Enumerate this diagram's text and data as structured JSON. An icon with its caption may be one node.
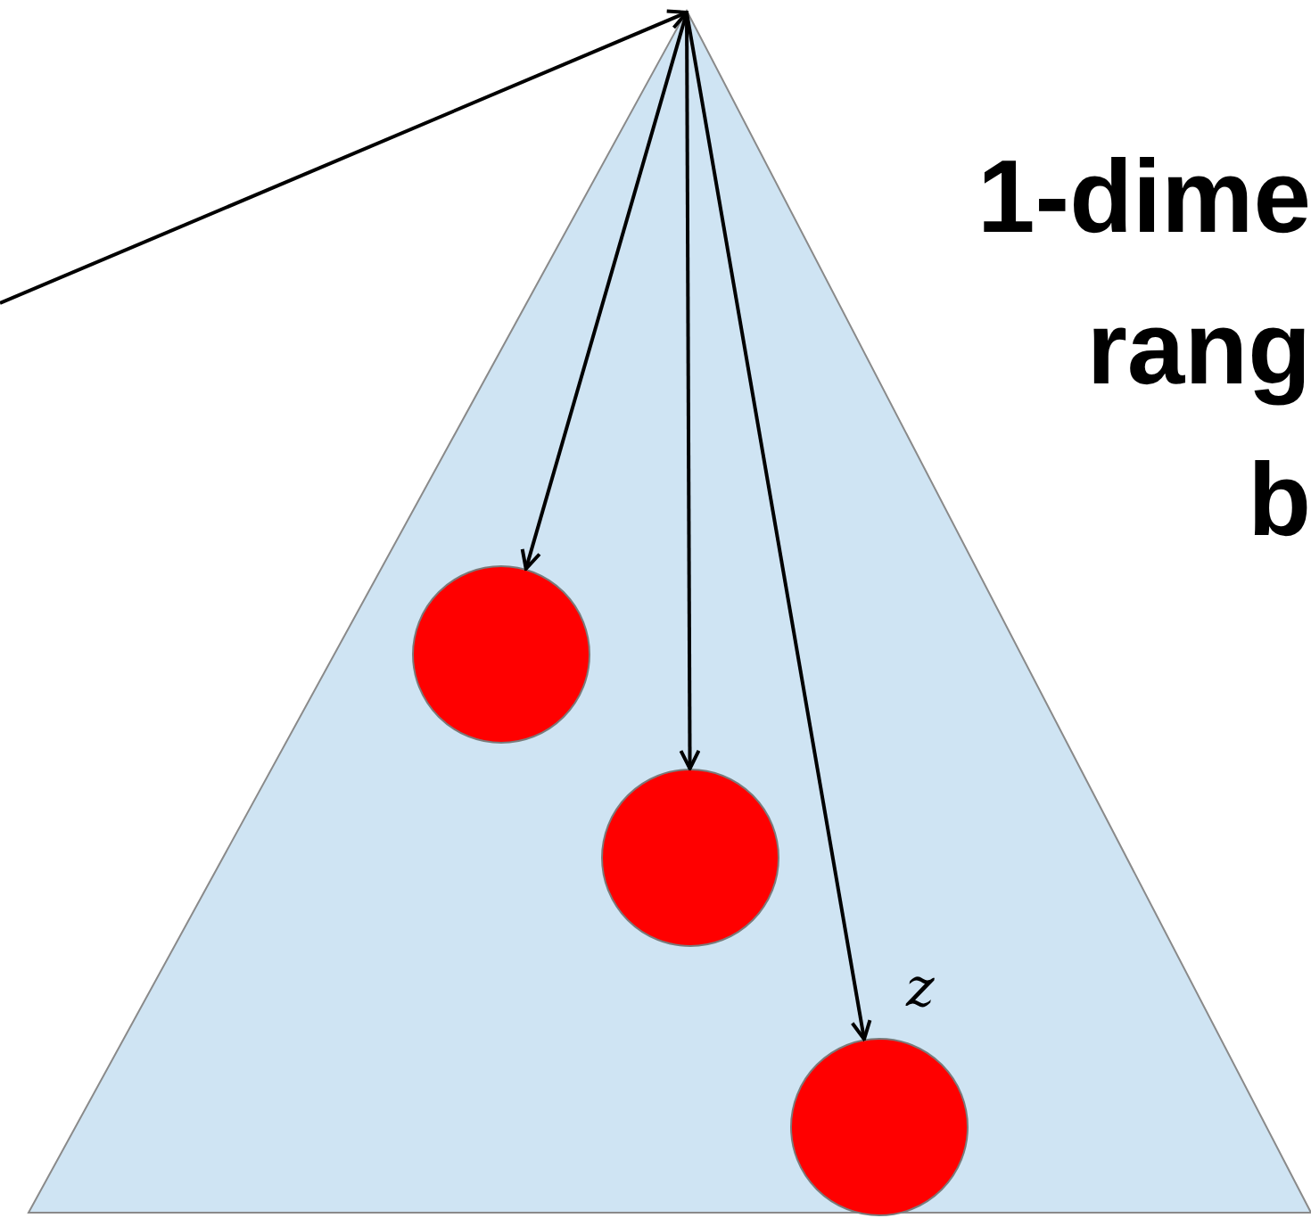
{
  "diagram": {
    "nodes": [
      {
        "text": [],
        "shape": "triangle"
      },
      {
        "text": [],
        "shape": "circle",
        "in": 0
      },
      {
        "text": [],
        "shape": "circle",
        "in": 0
      },
      {
        "text": [],
        "shape": "circle",
        "in": 0,
        "beside": [
          "z"
        ]
      }
    ],
    "edges": [
      {
        "from": null,
        "to": 0,
        "arrow": "to"
      },
      {
        "from": 0,
        "to": 1,
        "arrow": "to"
      },
      {
        "from": 0,
        "to": 2,
        "arrow": "to"
      },
      {
        "from": 0,
        "to": 3,
        "arrow": "to"
      }
    ],
    "labels": [
      "1-dime rang b"
    ]
  }
}
